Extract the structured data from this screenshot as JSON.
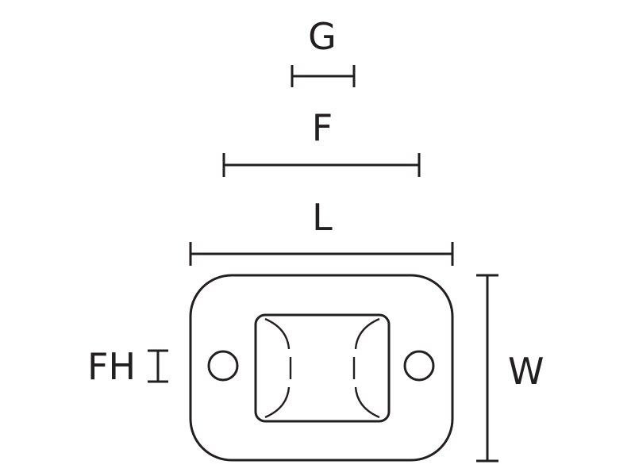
{
  "labels": {
    "g": "G",
    "f": "F",
    "l": "L",
    "w": "W",
    "fh": "FH"
  },
  "colors": {
    "ink": "#231f20",
    "background": "#ffffff"
  }
}
